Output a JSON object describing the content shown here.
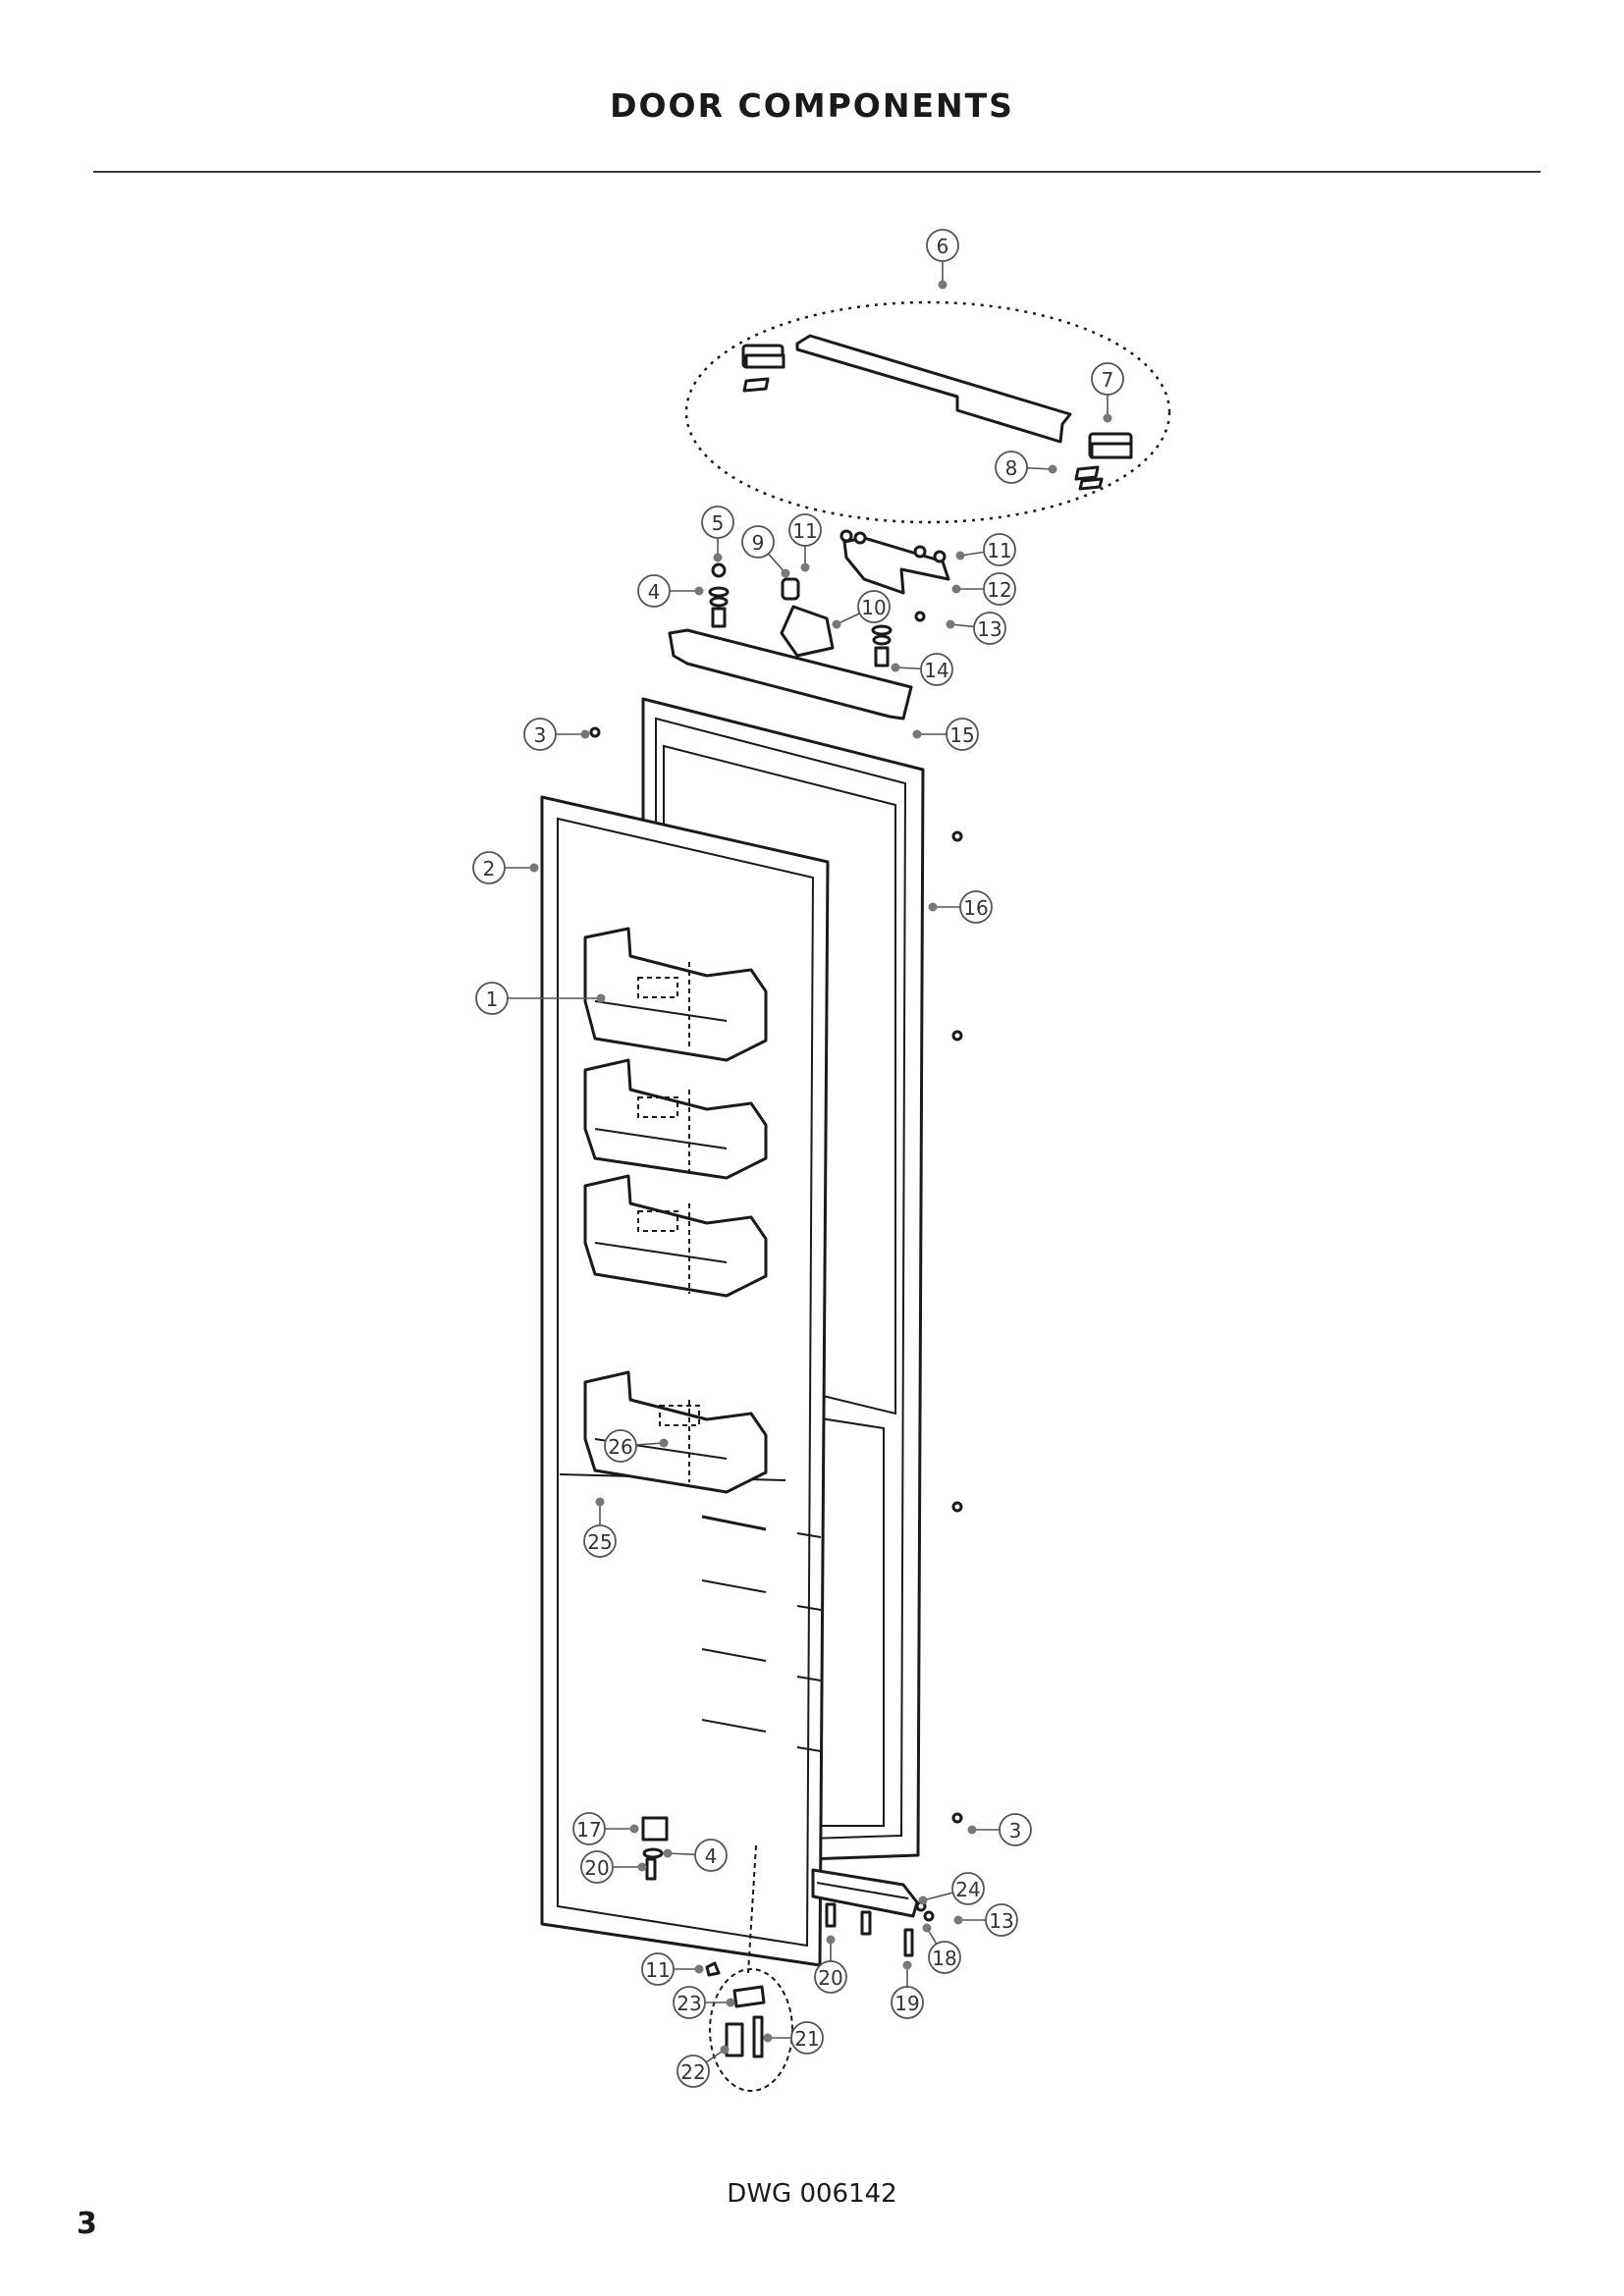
{
  "page": {
    "title": "DOOR COMPONENTS",
    "drawing_number": "DWG 006142",
    "page_number": "3"
  },
  "callouts": [
    {
      "id": "c6",
      "label": "6"
    },
    {
      "id": "c7",
      "label": "7"
    },
    {
      "id": "c8",
      "label": "8"
    },
    {
      "id": "c5",
      "label": "5"
    },
    {
      "id": "c9",
      "label": "9"
    },
    {
      "id": "c11a",
      "label": "11"
    },
    {
      "id": "c11b",
      "label": "11"
    },
    {
      "id": "c12",
      "label": "12"
    },
    {
      "id": "c13a",
      "label": "13"
    },
    {
      "id": "c4a",
      "label": "4"
    },
    {
      "id": "c10",
      "label": "10"
    },
    {
      "id": "c14",
      "label": "14"
    },
    {
      "id": "c3a",
      "label": "3"
    },
    {
      "id": "c15",
      "label": "15"
    },
    {
      "id": "c2",
      "label": "2"
    },
    {
      "id": "c16",
      "label": "16"
    },
    {
      "id": "c1",
      "label": "1"
    },
    {
      "id": "c26",
      "label": "26"
    },
    {
      "id": "c25",
      "label": "25"
    },
    {
      "id": "c3b",
      "label": "3"
    },
    {
      "id": "c17",
      "label": "17"
    },
    {
      "id": "c4b",
      "label": "4"
    },
    {
      "id": "c20a",
      "label": "20"
    },
    {
      "id": "c24",
      "label": "24"
    },
    {
      "id": "c13b",
      "label": "13"
    },
    {
      "id": "c18",
      "label": "18"
    },
    {
      "id": "c11c",
      "label": "11"
    },
    {
      "id": "c20b",
      "label": "20"
    },
    {
      "id": "c19",
      "label": "19"
    },
    {
      "id": "c23",
      "label": "23"
    },
    {
      "id": "c21",
      "label": "21"
    },
    {
      "id": "c22",
      "label": "22"
    }
  ]
}
